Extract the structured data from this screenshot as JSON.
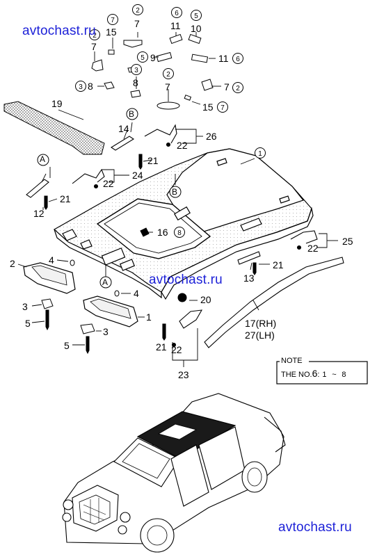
{
  "watermarks": {
    "top": "avtochast.ru",
    "middle": "avtochast.ru",
    "bottom": "avtochast.ru"
  },
  "note": {
    "title": "NOTE",
    "text_prefix": "THE NO.",
    "six": "6",
    "colon": ":",
    "range_start": "1",
    "tilde": "~",
    "range_end": "8"
  },
  "callouts": {
    "n1": "1",
    "n2": "2",
    "n3": "3",
    "n4": "4",
    "n5": "5",
    "n6": "6",
    "n7": "7",
    "n8": "8",
    "n9": "9",
    "n10": "10",
    "n11": "11",
    "n12": "12",
    "n13": "13",
    "n14": "14",
    "n15": "15",
    "n16": "16",
    "n17_rh": "17(RH)",
    "n19": "19",
    "n20": "20",
    "n21": "21",
    "n22": "22",
    "n23": "23",
    "n24": "24",
    "n25": "25",
    "n26": "26",
    "n27_lh": "27(LH)"
  },
  "section_markers": {
    "a": "A",
    "b": "B"
  },
  "colors": {
    "watermark": "#1e22d8",
    "line": "#000000",
    "fill_light": "#f2f2f2",
    "fill_dark": "#1a1a1a"
  }
}
